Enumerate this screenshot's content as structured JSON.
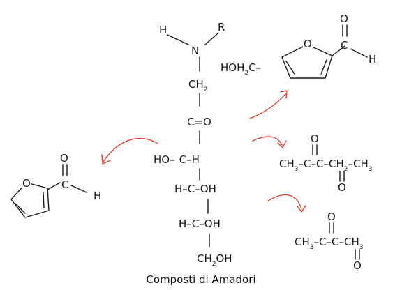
{
  "caption": "Composti di Amadori",
  "colors": {
    "ink": "#1a1a1a",
    "arrows": "#e0392b",
    "background": "#ffffff"
  },
  "main_chain": {
    "h": "H",
    "r": "R",
    "n": "N",
    "ch2": "CH",
    "sub2": "2",
    "c_eq_o": "C=O",
    "c3_ho": "HO–",
    "c3_c": "C",
    "c3_h": "–H",
    "c4_h": "H–",
    "c4_c": "C",
    "c4_oh": "–OH",
    "c5_h": "H–",
    "c5_c": "C",
    "c5_oh": "–OH",
    "ch2oh": "CH",
    "ch2oh_sub": "2",
    "ch2oh_tail": "OH"
  },
  "hmf": {
    "hoh2c": "HOH",
    "sub2": "2",
    "c_tail": "C–",
    "ring_o": "O",
    "ald_o": "O",
    "ald_c": "C",
    "ald_h": "H"
  },
  "furfural": {
    "ring_o": "O",
    "ald_o": "O",
    "ald_c": "C",
    "ald_h": "H"
  },
  "pentanedione": {
    "ch3": "CH",
    "sub3": "3",
    "c1": "–C–",
    "c2": "C–",
    "tail": "CH",
    "tail_sub2": "2",
    "tail_ch3": "–CH",
    "tail_sub3": "3",
    "o_top": "O",
    "o_bottom": "O"
  },
  "butanedione": {
    "ch3": "CH",
    "sub3": "3",
    "c1": "–C–",
    "c2": "C–",
    "tail": "CH",
    "tail_sub3": "3",
    "o_top": "O",
    "o_bottom": "O"
  }
}
